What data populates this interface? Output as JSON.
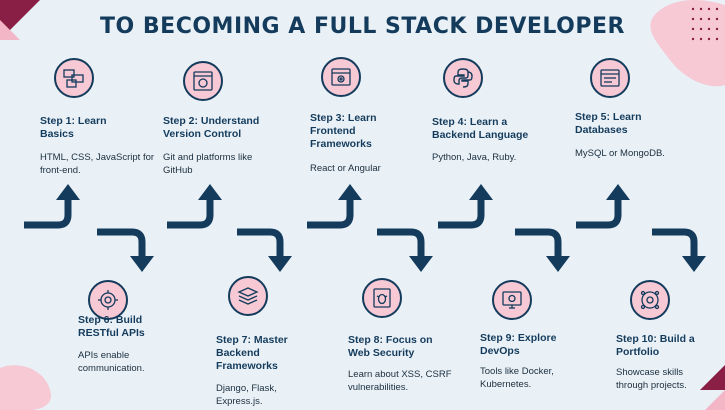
{
  "title": "TO BECOMING A FULL STACK DEVELOPER",
  "colors": {
    "background": "#e9f1f7",
    "navy": "#143b5c",
    "pink": "#f6c9d4",
    "maroon": "#8a1f45"
  },
  "steps": [
    {
      "name": "Step 1: Learn Basics",
      "desc": "HTML, CSS, JavaScript for front-end.",
      "icon": "html-css-js-files-icon"
    },
    {
      "name": "Step 2: Understand Version Control",
      "desc": "Git and platforms like GitHub",
      "icon": "git-window-icon"
    },
    {
      "name": "Step 3: Learn Frontend Frameworks",
      "desc": "React or Angular",
      "icon": "framework-window-icon"
    },
    {
      "name": "Step 4: Learn a Backend Language",
      "desc": "Python, Java, Ruby.",
      "icon": "python-logo-icon"
    },
    {
      "name": "Step 5: Learn Databases",
      "desc": "MySQL or MongoDB.",
      "icon": "mysql-window-icon"
    },
    {
      "name": "Step 6: Build RESTful APIs",
      "desc": "APIs enable communication.",
      "icon": "api-gear-icon"
    },
    {
      "name": "Step 7: Master Backend Frameworks",
      "desc": "Django, Flask, Express.js.",
      "icon": "code-layers-icon"
    },
    {
      "name": "Step 8: Focus on Web Security",
      "desc": "Learn about XSS, CSRF vulnerabilities.",
      "icon": "security-bug-icon"
    },
    {
      "name": "Step 9: Explore DevOps",
      "desc": "Tools like Docker, Kubernetes.",
      "icon": "devops-monitor-icon"
    },
    {
      "name": "Step 10: Build a Portfolio",
      "desc": "Showcase skills through projects.",
      "icon": "portfolio-person-icon"
    }
  ]
}
